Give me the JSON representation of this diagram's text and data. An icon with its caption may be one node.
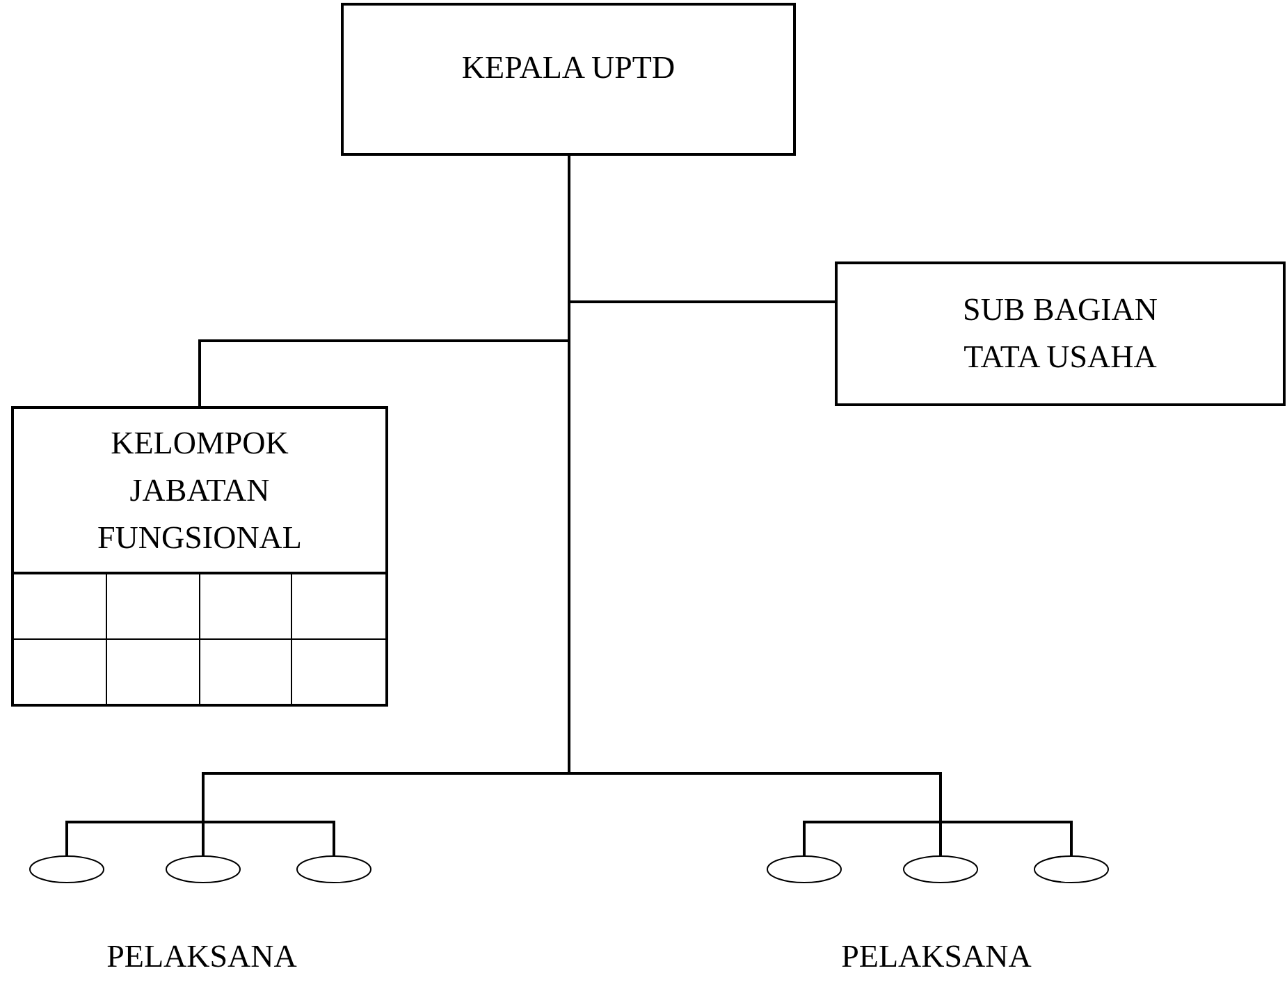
{
  "diagram": {
    "nodes": [
      {
        "text": [
          "KEPALA UPTD"
        ]
      },
      {
        "text": [
          "SUB BAGIAN TATA USAHA"
        ]
      },
      {
        "text": [
          "KELOMPOK JABATAN FUNGSIONAL"
        ]
      },
      {
        "text": [],
        "shape": "ellipse"
      },
      {
        "text": [],
        "shape": "ellipse"
      },
      {
        "text": [],
        "shape": "ellipse"
      },
      {
        "text": [],
        "shape": "ellipse"
      },
      {
        "text": [],
        "shape": "ellipse"
      },
      {
        "text": [],
        "shape": "ellipse"
      }
    ],
    "edges": [
      {
        "from": 0,
        "to": 1,
        "arrow": "none"
      },
      {
        "from": 0,
        "to": 2,
        "arrow": "none"
      },
      {
        "from": 0,
        "to": 3,
        "arrow": "none"
      },
      {
        "from": 0,
        "to": 4,
        "arrow": "none"
      },
      {
        "from": 0,
        "to": 5,
        "arrow": "none"
      },
      {
        "from": 0,
        "to": 6,
        "arrow": "none"
      },
      {
        "from": 0,
        "to": 7,
        "arrow": "none"
      },
      {
        "from": 0,
        "to": 8,
        "arrow": "none"
      }
    ],
    "labels": [
      "PELAKSANA",
      "PELAKSANA"
    ]
  }
}
